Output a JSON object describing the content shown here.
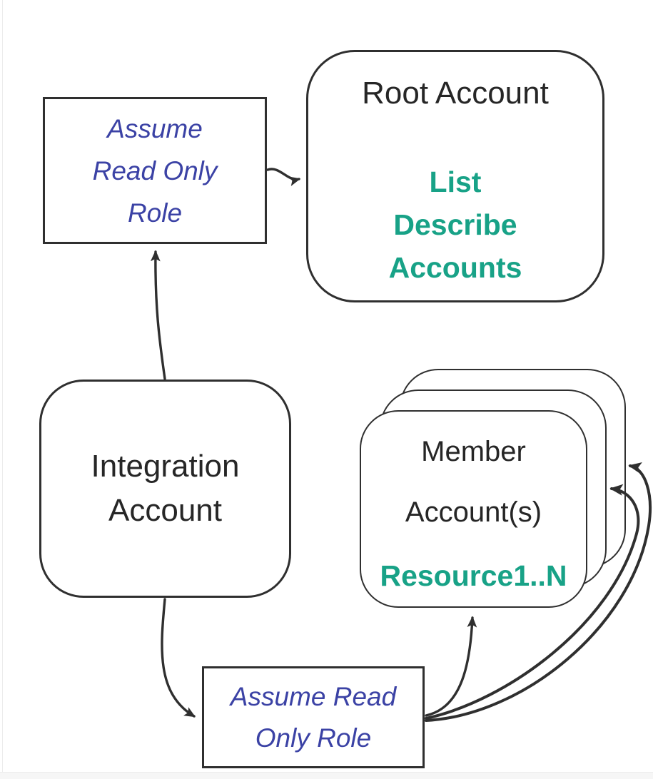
{
  "colors": {
    "stroke": "#2f2f2f",
    "green": "#18a287",
    "blue": "#3b42a5",
    "background": "#ffffff"
  },
  "nodes": {
    "assume_role_top": {
      "type": "role-annotation",
      "lines": [
        "Assume",
        "Read Only",
        "Role"
      ]
    },
    "root_account": {
      "type": "account",
      "title": "Root Account",
      "operations": [
        "List",
        "Describe",
        "Accounts"
      ]
    },
    "integration_account": {
      "type": "account",
      "lines": [
        "Integration",
        "Account"
      ]
    },
    "member_accounts": {
      "type": "account-stack",
      "stack_count": 3,
      "title_lines": [
        "Member",
        "Account(s)"
      ],
      "resources_label": "Resource1..N"
    },
    "assume_role_bottom": {
      "type": "role-annotation",
      "lines": [
        "Assume Read",
        "Only Role"
      ]
    }
  },
  "edges": [
    {
      "from": "assume_role_top",
      "to": "root_account"
    },
    {
      "from": "integration_account",
      "to": "assume_role_top"
    },
    {
      "from": "integration_account",
      "to": "assume_role_bottom"
    },
    {
      "from": "assume_role_bottom",
      "to": "member_accounts_front"
    },
    {
      "from": "assume_role_bottom",
      "to": "member_accounts_middle"
    },
    {
      "from": "assume_role_bottom",
      "to": "member_accounts_back"
    }
  ]
}
